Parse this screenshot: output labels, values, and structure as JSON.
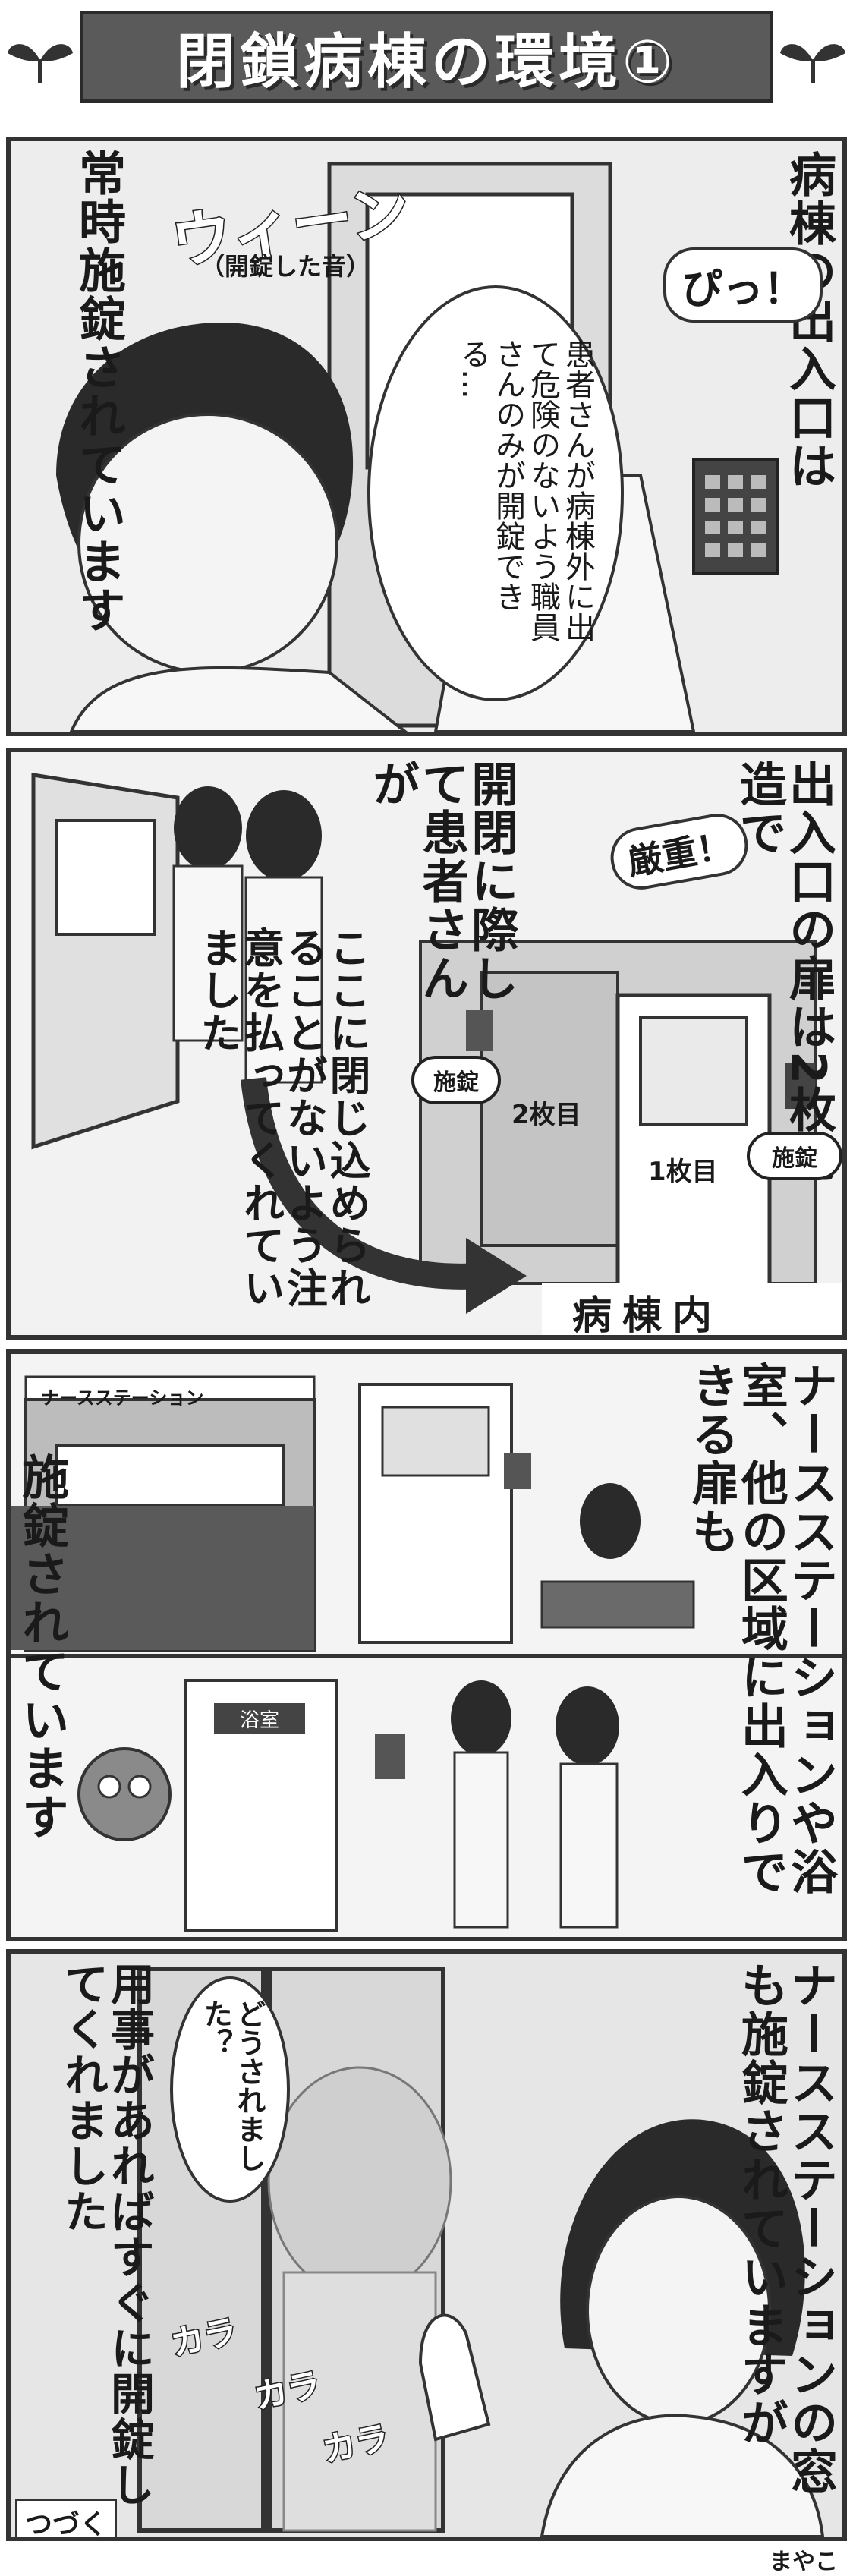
{
  "title": "閉鎖病棟の環境①",
  "panel1": {
    "narration_right": "病棟の出入口は",
    "narration_left": "常時施錠されています",
    "sfx_open": "ウィーン",
    "sfx_open_note": "（開錠した音）",
    "sfx_pi": "ぴっ！",
    "thought_bubble": "患者さんが病棟外に出て危険のないよう職員さんのみが開錠できる…"
  },
  "panel2": {
    "narration_right": "出入口の扉は2枚構造で",
    "narration_mid": "開閉に際して患者さんが",
    "sfx_strict": "厳重！",
    "narration_left": "ここに閉じ込められることがないよう注意を払ってくれていました",
    "sign_lock_1": "施錠",
    "sign_lock_2": "施錠",
    "door_2nd": "2枚目",
    "door_1st": "1枚目",
    "ward_inside": "病棟内"
  },
  "panel3": {
    "narration_right": "ナースステーションや浴室、他の区域に出入りできる扉も",
    "narration_left": "施錠されています",
    "station_sign": "ナースステーション",
    "bath_sign": "浴室"
  },
  "panel4": {
    "narration_right": "ナースステーションの窓も施錠されていますが",
    "narration_left": "用事があればすぐに開錠してくれました",
    "speech": "どうされました？",
    "sfx_kara_1": "カラ",
    "sfx_kara_2": "カラ",
    "sfx_kara_3": "カラ",
    "to_be_continued": "つづく"
  },
  "signature": "まやこ",
  "colors": {
    "title_bg": "#5a5a5a",
    "panel_bg": "#ededed",
    "ink": "#1a1a1a"
  }
}
